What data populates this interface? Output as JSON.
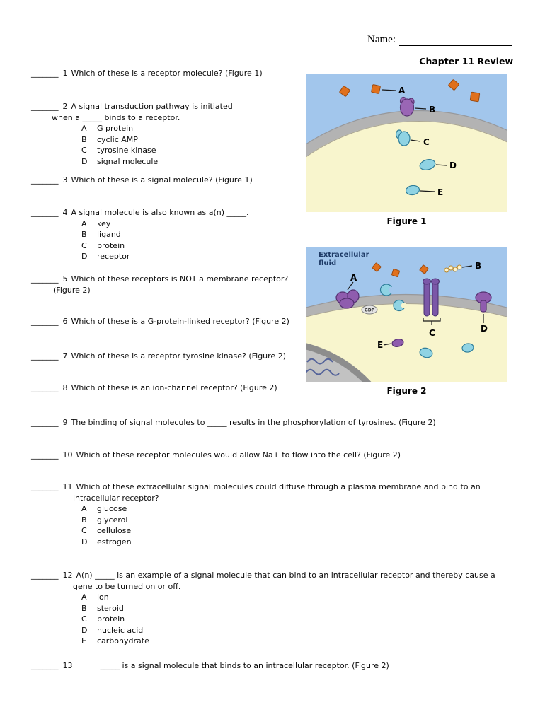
{
  "header": {
    "name_label": "Name:",
    "title": "Chapter 11 Review"
  },
  "figure1": {
    "caption": "Figure 1",
    "labels": {
      "a": "A",
      "b": "B",
      "c": "C",
      "d": "D",
      "e": "E"
    }
  },
  "figure2": {
    "caption": "Figure 2",
    "extracellular_line1": "Extracellular",
    "extracellular_line2": "fluid",
    "gdp": "GDP",
    "labels": {
      "a": "A",
      "b": "B",
      "c": "C",
      "d": "D",
      "e": "E"
    }
  },
  "questions": [
    {
      "blank": "_______",
      "num": "1",
      "text": "Which of these is a receptor molecule? (Figure 1)"
    },
    {
      "blank": "_______",
      "num": "2",
      "line1": "A signal transduction pathway is initiated",
      "line2": "when a _____ binds to a receptor.",
      "choices": [
        {
          "letter": "A",
          "text": "G protein"
        },
        {
          "letter": "B",
          "text": "cyclic AMP"
        },
        {
          "letter": "C",
          "text": "tyrosine kinase"
        },
        {
          "letter": "D",
          "text": "signal molecule"
        }
      ]
    },
    {
      "blank": "_______",
      "num": "3",
      "text": "Which of these is a signal molecule? (Figure 1)"
    },
    {
      "blank": "_______",
      "num": "4",
      "text": "A signal molecule is also known as a(n) _____.",
      "choices": [
        {
          "letter": "A",
          "text": "key"
        },
        {
          "letter": "B",
          "text": "ligand"
        },
        {
          "letter": "C",
          "text": "protein"
        },
        {
          "letter": "D",
          "text": "receptor"
        }
      ]
    },
    {
      "blank": "_______",
      "num": "5",
      "line1": "Which of these receptors is NOT a membrane receptor?",
      "line2": "(Figure 2)"
    },
    {
      "blank": "_______",
      "num": "6",
      "text": "Which of these is a G-protein-linked receptor? (Figure 2)"
    },
    {
      "blank": "_______",
      "num": "7",
      "text": "Which of these is a receptor tyrosine kinase? (Figure 2)"
    },
    {
      "blank": "_______",
      "num": "8",
      "text": "Which of these is an ion-channel receptor? (Figure 2)"
    },
    {
      "blank": "_______",
      "num": "9",
      "text": "The binding of signal molecules to _____ results in the phosphorylation of tyrosines. (Figure 2)"
    },
    {
      "blank": "_______",
      "num": "10",
      "text": "Which of these receptor molecules would allow Na+ to flow into the cell? (Figure 2)"
    },
    {
      "blank": "_______",
      "num": "11",
      "line1": "Which of these extracellular signal molecules could diffuse through a plasma membrane and bind to an",
      "line2": "intracellular receptor?",
      "choices": [
        {
          "letter": "A",
          "text": "glucose"
        },
        {
          "letter": "B",
          "text": "glycerol"
        },
        {
          "letter": "C",
          "text": "cellulose"
        },
        {
          "letter": "D",
          "text": "estrogen"
        }
      ]
    },
    {
      "blank": "_______",
      "num": "12",
      "line1": "A(n) _____ is an example of a signal molecule that can bind to an intracellular receptor and thereby cause a",
      "line2": "gene to be turned on or off.",
      "choices": [
        {
          "letter": "A",
          "text": "ion"
        },
        {
          "letter": "B",
          "text": "steroid"
        },
        {
          "letter": "C",
          "text": "protein"
        },
        {
          "letter": "D",
          "text": "nucleic acid"
        },
        {
          "letter": "E",
          "text": "carbohydrate"
        }
      ]
    },
    {
      "blank": "_______",
      "num": "13",
      "text": "_____ is a signal molecule that binds to an intracellular receptor. (Figure 2)"
    }
  ]
}
